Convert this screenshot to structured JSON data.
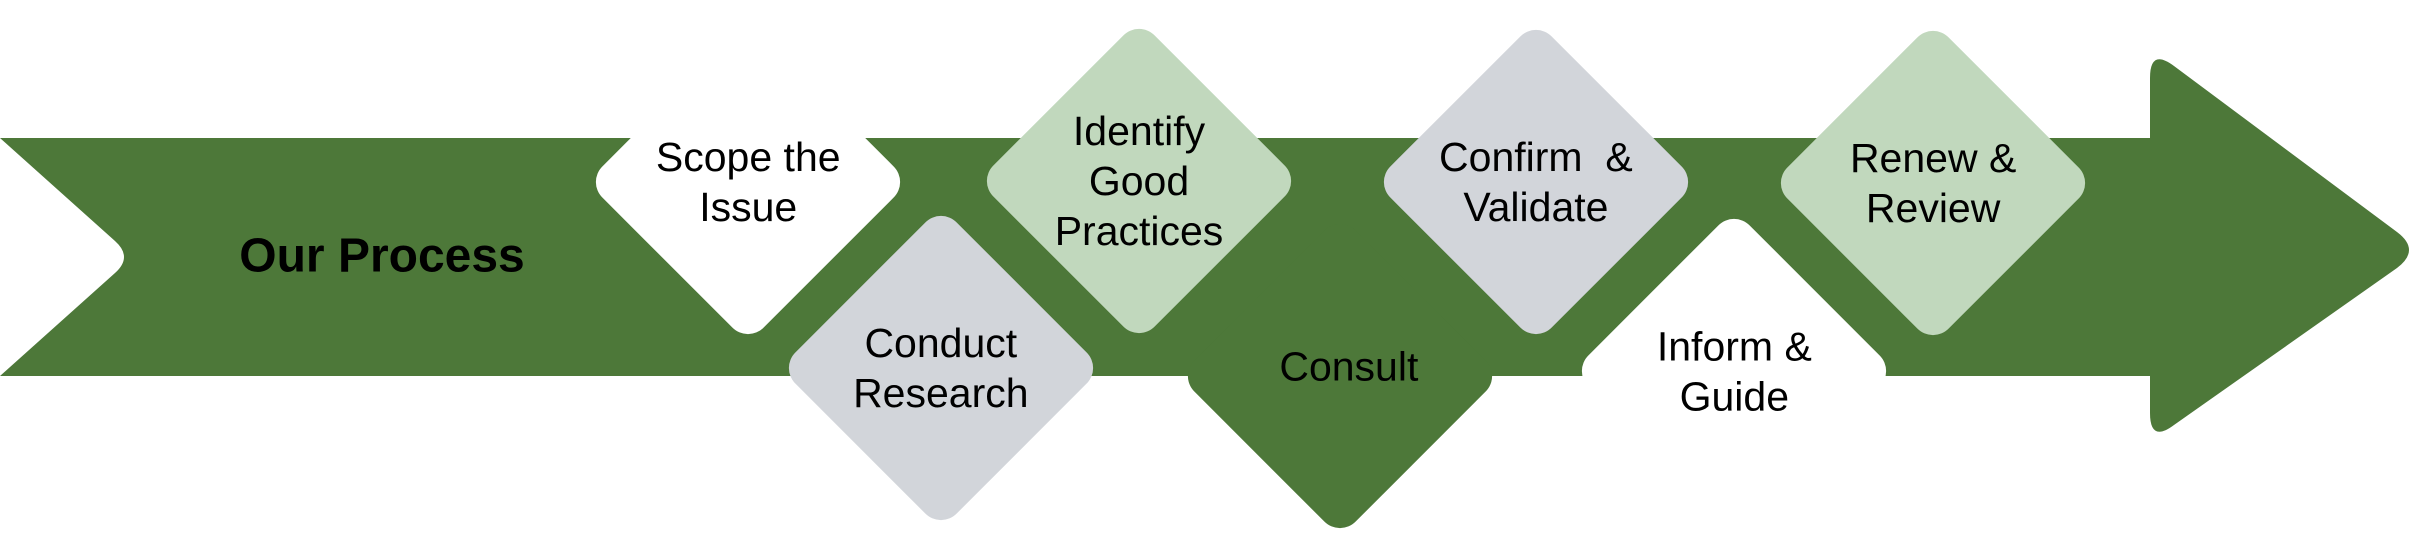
{
  "title": {
    "label": "Our Process"
  },
  "steps": [
    {
      "label": "Scope the\nIssue",
      "variant": "white",
      "position": "top"
    },
    {
      "label": "Conduct\nResearch",
      "variant": "gray",
      "position": "bottom"
    },
    {
      "label": "Identify Good\nPractices",
      "variant": "light-green",
      "position": "top"
    },
    {
      "label": "Consult",
      "variant": "green",
      "position": "bottom"
    },
    {
      "label": "Confirm  &\nValidate",
      "variant": "gray",
      "position": "top"
    },
    {
      "label": "Inform &\nGuide",
      "variant": "white",
      "position": "bottom"
    },
    {
      "label": "Renew &\nReview",
      "variant": "light-green",
      "position": "top"
    }
  ],
  "colors": {
    "arrow_green": "#4d7839",
    "diamond_light_green": "#c1d8bd",
    "diamond_gray": "#d2d5da",
    "diamond_white": "#ffffff",
    "text": "#000000",
    "background": "#ffffff"
  }
}
